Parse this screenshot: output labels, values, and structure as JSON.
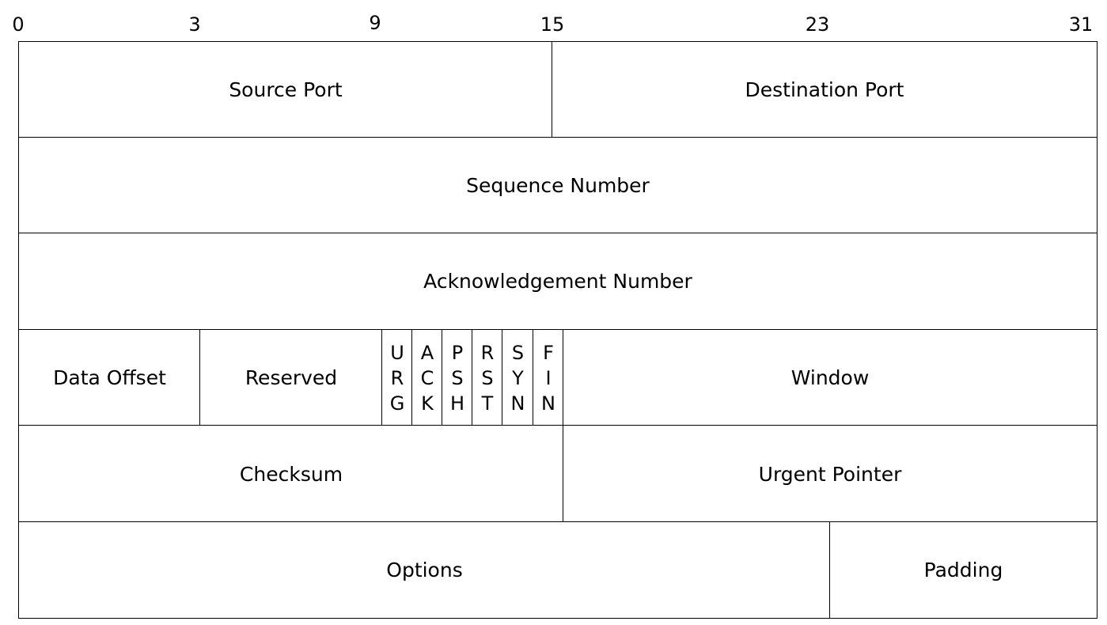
{
  "bit_labels": [
    "0",
    "3",
    "9",
    "15",
    "23",
    "31"
  ],
  "rows": {
    "row1": {
      "source_port": "Source Port",
      "destination_port": "Destination Port"
    },
    "row2": {
      "sequence_number": "Sequence Number"
    },
    "row3": {
      "acknowledgement_number": "Acknowledgement Number"
    },
    "row4": {
      "data_offset": "Data Offset",
      "reserved": "Reserved",
      "flags": [
        {
          "name": "URG",
          "letters": [
            "U",
            "R",
            "G"
          ]
        },
        {
          "name": "ACK",
          "letters": [
            "A",
            "C",
            "K"
          ]
        },
        {
          "name": "PSH",
          "letters": [
            "P",
            "S",
            "H"
          ]
        },
        {
          "name": "RST",
          "letters": [
            "R",
            "S",
            "T"
          ]
        },
        {
          "name": "SYN",
          "letters": [
            "S",
            "Y",
            "N"
          ]
        },
        {
          "name": "FIN",
          "letters": [
            "F",
            "I",
            "N"
          ]
        }
      ],
      "window": "Window"
    },
    "row5": {
      "checksum": "Checksum",
      "urgent_pointer": "Urgent Pointer"
    },
    "row6": {
      "options": "Options",
      "padding": "Padding"
    }
  }
}
